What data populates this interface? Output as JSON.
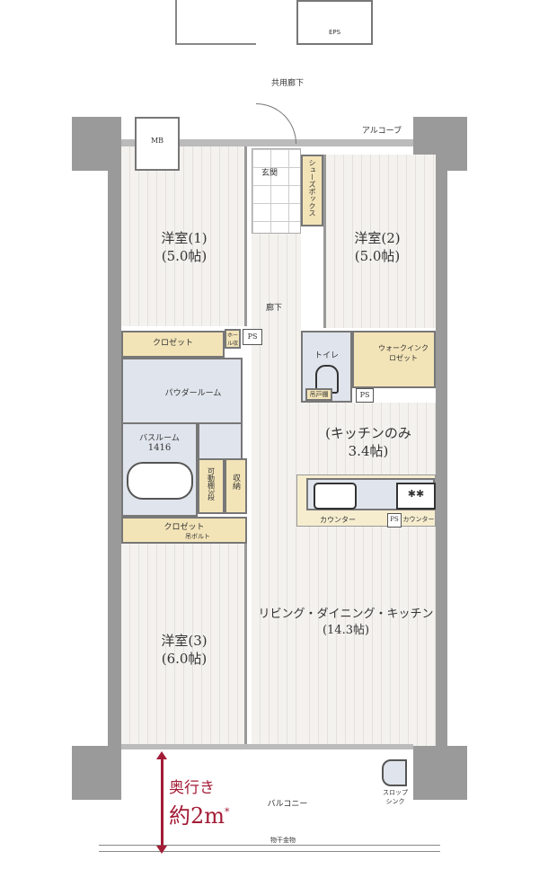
{
  "labels": {
    "eps": "EPS",
    "mb": "MB",
    "common_corridor": "共用廊下",
    "alcove": "アルコーブ",
    "entrance": "玄関",
    "shoe_box": "シューズボックス",
    "hallway": "廊下",
    "room1_name": "洋室(1)",
    "room1_size": "(5.0帖)",
    "room2_name": "洋室(2)",
    "room2_size": "(5.0帖)",
    "room3_name": "洋室(3)",
    "room3_size": "(6.0帖)",
    "closet_top": "クロゼット",
    "hall_storage": "ホール収納",
    "ps1": "PS",
    "powder_room": "パウダールーム",
    "bath_room": "バスルーム",
    "bath_size": "1416",
    "movable_shelf": "可動棚3段",
    "storage": "収納",
    "closet_bottom": "クロゼット",
    "hanging_bolt": "吊ボルト",
    "toilet": "トイレ",
    "hanging_cupboard": "吊戸棚",
    "ps2": "PS",
    "walk_in_closet": "ウォークインクロゼット",
    "kitchen_only": "(キッチンのみ",
    "kitchen_size": "3.4帖)",
    "counter1": "カウンター",
    "ps3": "PS",
    "counter2": "カウンター",
    "ldk_name": "リビング・ダイニング・キッチン",
    "ldk_size": "(14.3帖)",
    "balcony": "バルコニー",
    "drying_hardware": "物干金物",
    "slop_sink": "スロップシンク",
    "depth_label": "奥行き",
    "depth_value": "約2m",
    "depth_note": "*"
  },
  "colors": {
    "accent": "#a31c36",
    "storage": "#f3e4b8",
    "wet": "#e0e4ec",
    "wall": "#9a9a9a"
  }
}
